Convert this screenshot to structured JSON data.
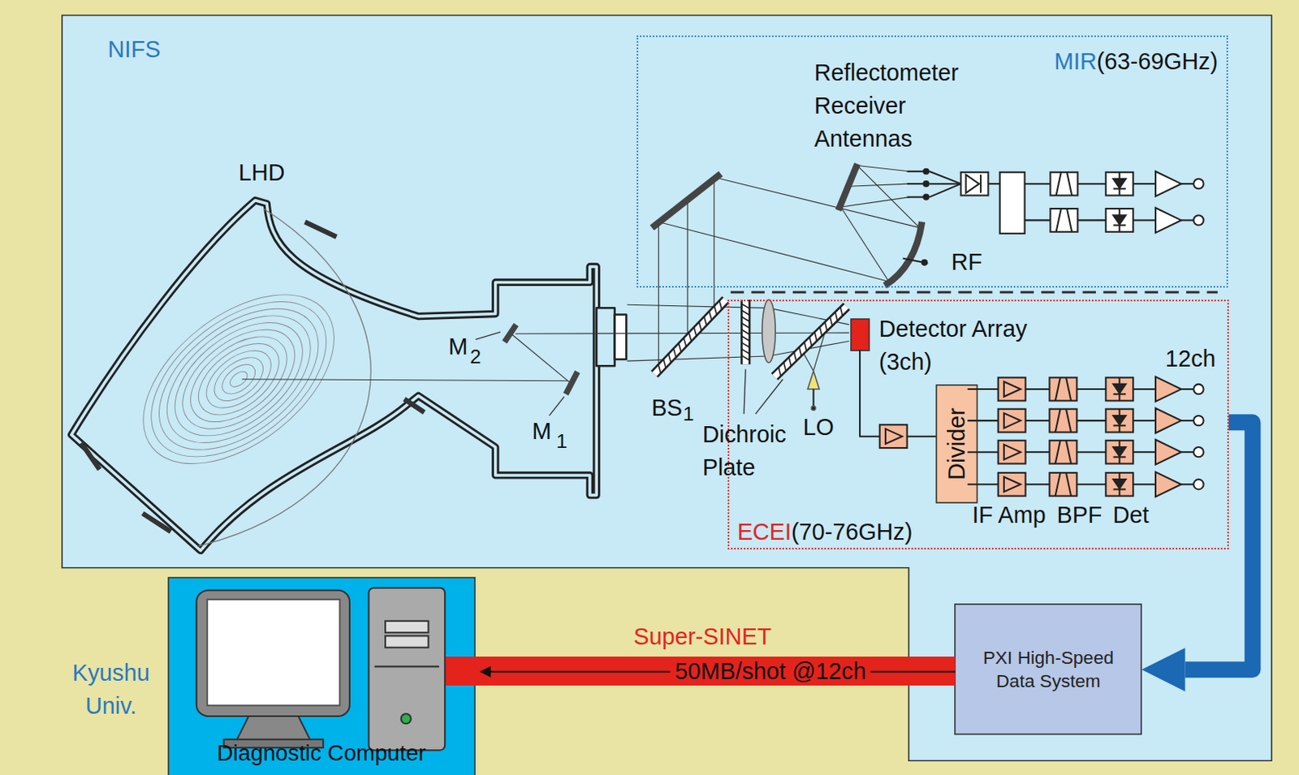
{
  "diagram": {
    "nodes": [
      {
        "text": [
          "NIFS"
        ]
      },
      {
        "text": [
          "MIR",
          "(63-69GHz)"
        ],
        "in": 0
      },
      {
        "text": [
          "ECEI",
          "(70-76GHz)"
        ],
        "in": 0
      },
      {
        "text": [
          "Detector Array (3ch)"
        ],
        "in": 2
      },
      {
        "text": [
          "Divider"
        ],
        "in": 2
      },
      {
        "text": [
          "PXI High-Speed Data System"
        ],
        "in": 0
      },
      {
        "text": [
          "Kyushu Univ.",
          "Diagnostic Computer"
        ]
      }
    ],
    "edges": [
      {
        "from": 2,
        "to": 5,
        "arrow": "to"
      },
      {
        "from": 3,
        "to": 4,
        "arrow": "none"
      },
      {
        "from": 5,
        "to": 6,
        "arrow": "to",
        "label": "50MB/shot @12ch"
      }
    ],
    "labels": [
      "LHD",
      "M",
      "2",
      "M",
      "1",
      "BS",
      "1",
      "Reflectometer Receiver Antennas",
      "RF",
      "Dichroic Plate",
      "LO",
      "12ch",
      "IF Amp",
      "BPF",
      "Det",
      "Super-SINET"
    ]
  }
}
